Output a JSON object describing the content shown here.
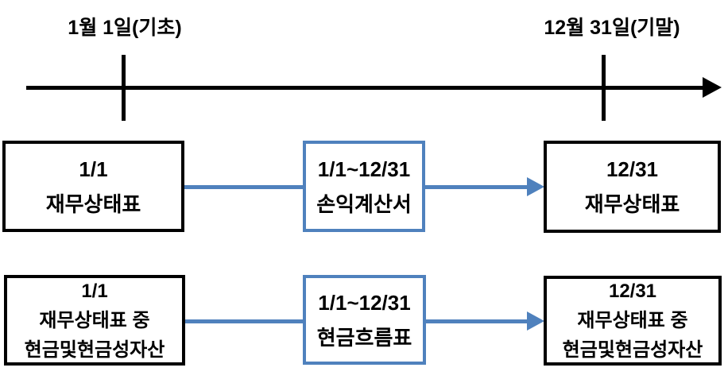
{
  "colors": {
    "accent_blue": "#4F81BD",
    "line_black": "#000000",
    "background": "#FFFFFF"
  },
  "timeline": {
    "start_label": "1월 1일(기초)",
    "end_label": "12월 31일(기말)"
  },
  "rows": [
    {
      "left_box": {
        "lines": [
          "1/1",
          "재무상태표"
        ]
      },
      "middle_box": {
        "lines": [
          "1/1~12/31",
          "손익계산서"
        ]
      },
      "right_box": {
        "lines": [
          "12/31",
          "재무상태표"
        ]
      }
    },
    {
      "left_box": {
        "lines": [
          "1/1",
          "재무상태표 중",
          "현금및현금성자산"
        ]
      },
      "middle_box": {
        "lines": [
          "1/1~12/31",
          "현금흐름표"
        ]
      },
      "right_box": {
        "lines": [
          "12/31",
          "재무상태표 중",
          "현금및현금성자산"
        ]
      }
    }
  ]
}
